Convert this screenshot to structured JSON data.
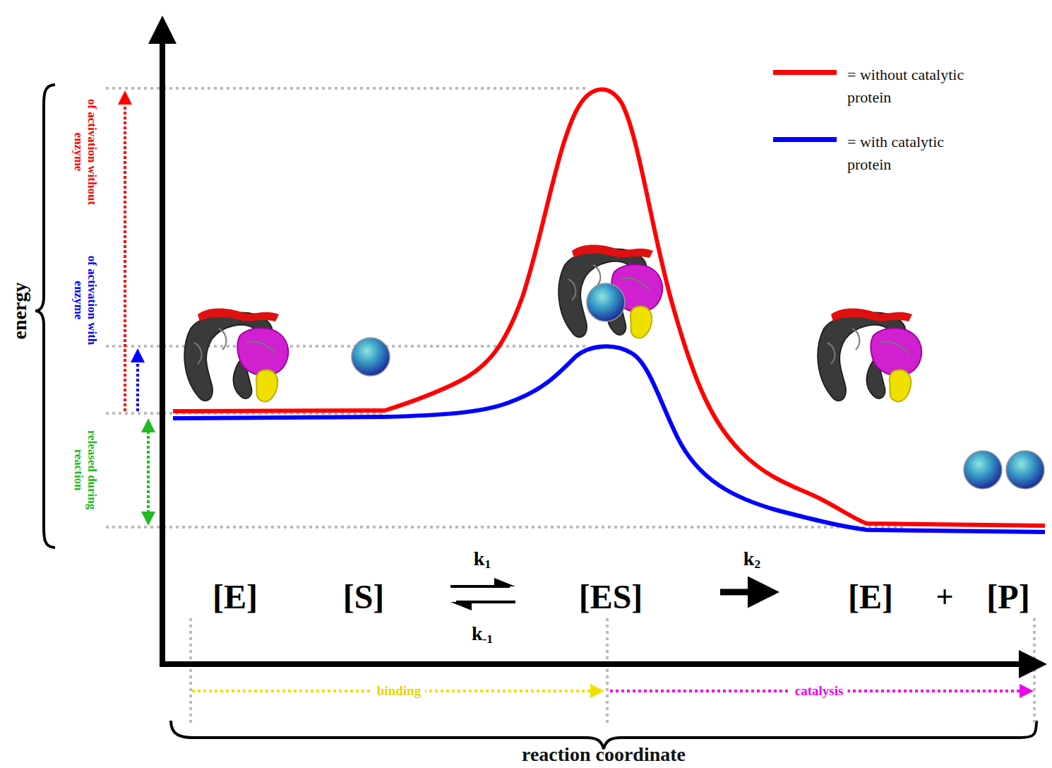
{
  "diagram": {
    "labels": [
      "energy",
      "of activation without enzyme",
      "of activation with enzyme",
      "released during reaction",
      "[E]",
      "[S]",
      "k1",
      "k-1",
      "[ES]",
      "k2",
      "[E]",
      "+",
      "[P]",
      "binding",
      "catalysis",
      "reaction coordinate"
    ],
    "legend": [
      {
        "text": "= without catalytic protein",
        "color": "#ff0000"
      },
      {
        "text": "= with catalytic protein",
        "color": "#0000ff"
      }
    ]
  }
}
